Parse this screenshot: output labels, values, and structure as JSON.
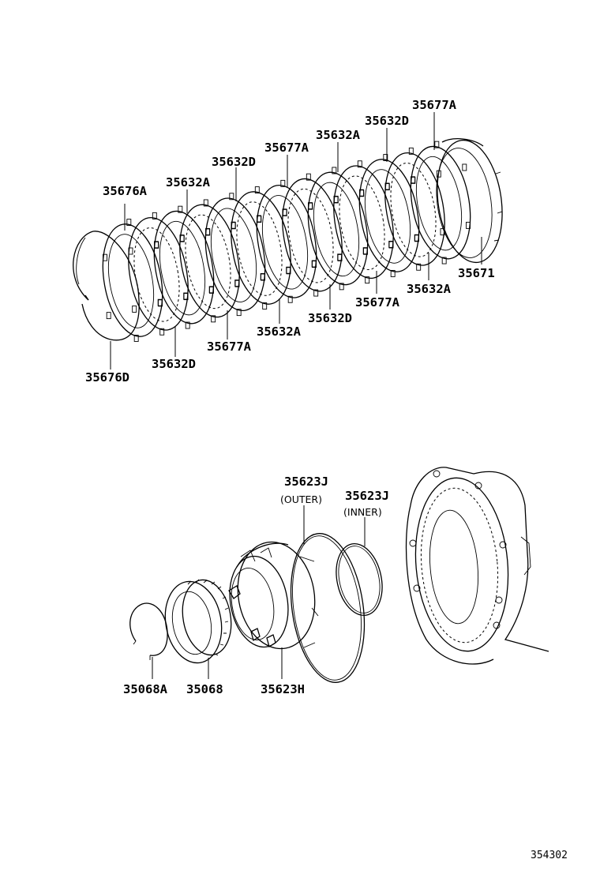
{
  "diagram_number": "354302",
  "clutch_pack_labels": [
    "35677A",
    "35632D",
    "35632A",
    "35677A",
    "35632D",
    "35632A",
    "35676A",
    "35671",
    "35632A",
    "35677A",
    "35632D",
    "35632A",
    "35677A",
    "35632D",
    "35676D"
  ],
  "lower_labels": [
    "35623J",
    "35623J",
    "35068A",
    "35068",
    "35623H"
  ],
  "lower_notes": [
    "(OUTER)",
    "(INNER)"
  ]
}
